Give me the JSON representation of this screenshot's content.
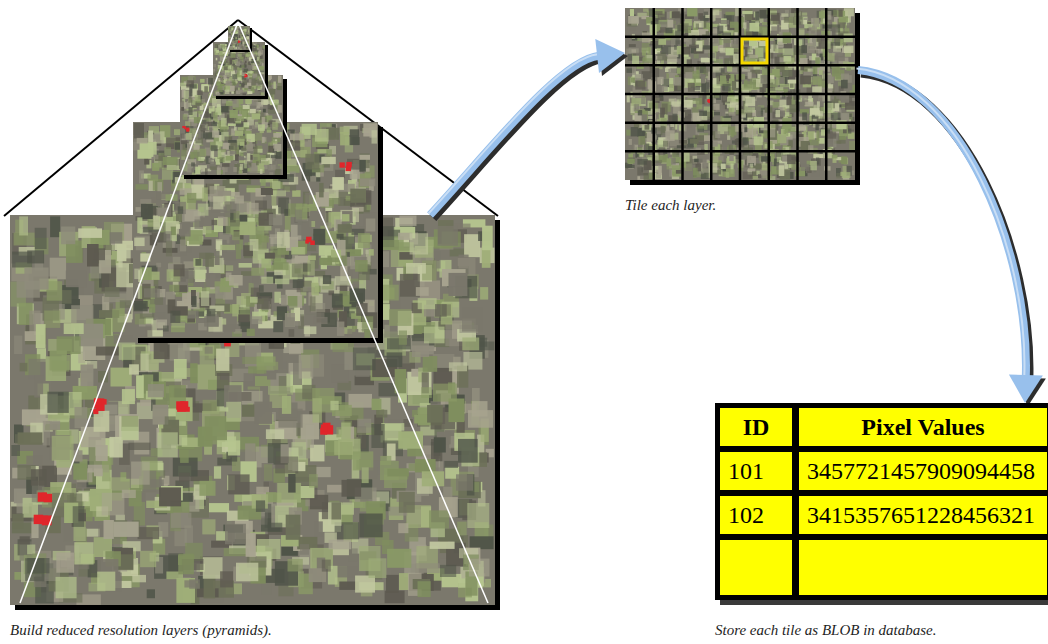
{
  "diagram": {
    "nodes": [
      {
        "text": [
          "Build reduced resolution layers (pyramids)."
        ]
      },
      {
        "text": [
          "Tile each layer."
        ]
      },
      {
        "text": [
          "Store each tile as BLOB in database."
        ]
      }
    ],
    "edges": [
      {
        "from": 0,
        "to": 1,
        "arrow": "to"
      },
      {
        "from": 1,
        "to": 2,
        "arrow": "to"
      }
    ],
    "labels": [
      "ID",
      "Pixel Values",
      "101",
      "3457721457909094458",
      "102",
      "3415357651228456321"
    ]
  }
}
